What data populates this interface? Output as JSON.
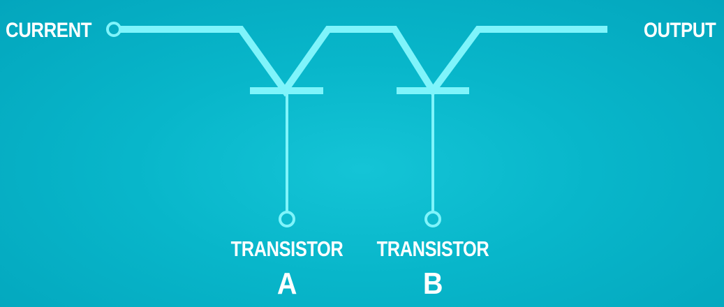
{
  "inputs": {
    "current_label": "CURRENT"
  },
  "outputs": {
    "output_label": "OUTPUT"
  },
  "transistors": [
    {
      "word": "TRANSISTOR",
      "letter": "A"
    },
    {
      "word": "TRANSISTOR",
      "letter": "B"
    }
  ],
  "colors": {
    "background": "#08b6ca",
    "wire": "#7ff4fb",
    "text": "#ffffff"
  }
}
